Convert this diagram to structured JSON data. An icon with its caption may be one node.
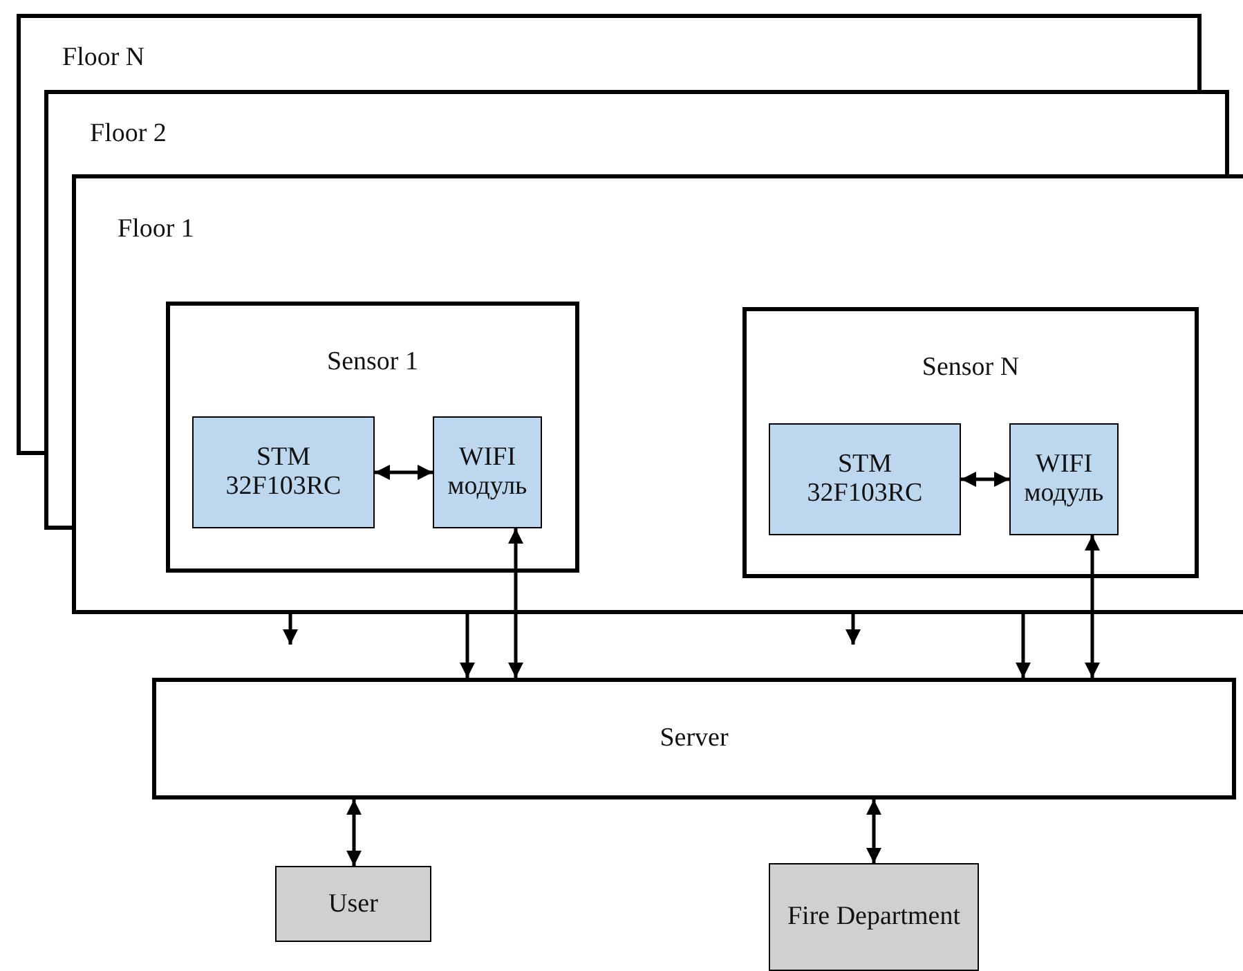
{
  "diagram": {
    "nodes": [
      {
        "text": [
          "Floor N"
        ]
      },
      {
        "text": [
          "Floor 2"
        ]
      },
      {
        "text": [
          "Floor 1"
        ]
      },
      {
        "text": [
          "Sensor 1"
        ],
        "in": 2
      },
      {
        "text": [
          "STM 32F103RC"
        ],
        "in": 3
      },
      {
        "text": [
          "WIFI модуль"
        ],
        "in": 3
      },
      {
        "text": [
          "Sensor N"
        ],
        "in": 2
      },
      {
        "text": [
          "STM 32F103RC"
        ],
        "in": 6
      },
      {
        "text": [
          "WIFI модуль"
        ],
        "in": 6
      },
      {
        "text": [
          "Server"
        ]
      },
      {
        "text": [
          "User"
        ]
      },
      {
        "text": [
          "Fire Department"
        ]
      }
    ],
    "edges": [
      {
        "from": 4,
        "to": 5,
        "arrow": "both"
      },
      {
        "from": 7,
        "to": 8,
        "arrow": "both"
      },
      {
        "from": 5,
        "to": 9,
        "arrow": "both"
      },
      {
        "from": 8,
        "to": 9,
        "arrow": "both"
      },
      {
        "from": 2,
        "to": null,
        "arrow": "to"
      },
      {
        "from": 2,
        "to": 9,
        "arrow": "to"
      },
      {
        "from": 2,
        "to": null,
        "arrow": "to"
      },
      {
        "from": 2,
        "to": 9,
        "arrow": "to"
      },
      {
        "from": 9,
        "to": 10,
        "arrow": "both"
      },
      {
        "from": 9,
        "to": 11,
        "arrow": "both"
      }
    ]
  }
}
